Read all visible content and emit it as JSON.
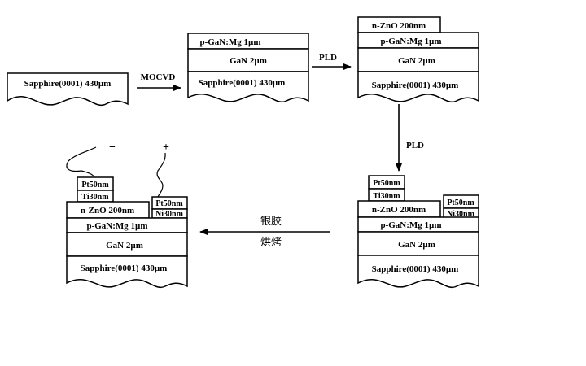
{
  "figure": {
    "steps": [
      {
        "id": "step1",
        "layers": [
          {
            "label": "Sapphire(0001)  430µm"
          }
        ]
      },
      {
        "id": "step2",
        "layers": [
          {
            "label": "p-GaN:Mg  1µm"
          },
          {
            "label": "GaN  2µm"
          },
          {
            "label": "Sapphire(0001)  430µm"
          }
        ]
      },
      {
        "id": "step3",
        "layers": [
          {
            "label": "n-ZnO  200nm"
          },
          {
            "label": "p-GaN:Mg  1µm"
          },
          {
            "label": "GaN   2µm"
          },
          {
            "label": "Sapphire(0001)   430µm"
          }
        ]
      },
      {
        "id": "step4",
        "layers": [
          {
            "label": "Pt50nm"
          },
          {
            "label": "Ti30nm"
          },
          {
            "label": "Pt50nm"
          },
          {
            "label": "Ni30nm"
          },
          {
            "label": "n-ZnO  200nm"
          },
          {
            "label": "p-GaN:Mg  1µm"
          },
          {
            "label": "GaN   2µm"
          },
          {
            "label": "Sapphire(0001)   430µm"
          }
        ]
      },
      {
        "id": "step5",
        "layers": [
          {
            "label": "Pt50nm"
          },
          {
            "label": "Ti30nm"
          },
          {
            "label": "Pt50nm"
          },
          {
            "label": "Ni30nm"
          },
          {
            "label": "n-ZnO  200nm"
          },
          {
            "label": "p-GaN:Mg  1µm"
          },
          {
            "label": "GaN   2µm"
          },
          {
            "label": "Sapphire(0001)   430µm"
          }
        ],
        "terminals": {
          "negative": "−",
          "positive": "+"
        }
      }
    ],
    "arrows": [
      {
        "label": "MOCVD"
      },
      {
        "label": "PLD"
      },
      {
        "label": "PLD"
      },
      {
        "label_top": "银胶",
        "label_bottom": "烘烤"
      }
    ]
  }
}
